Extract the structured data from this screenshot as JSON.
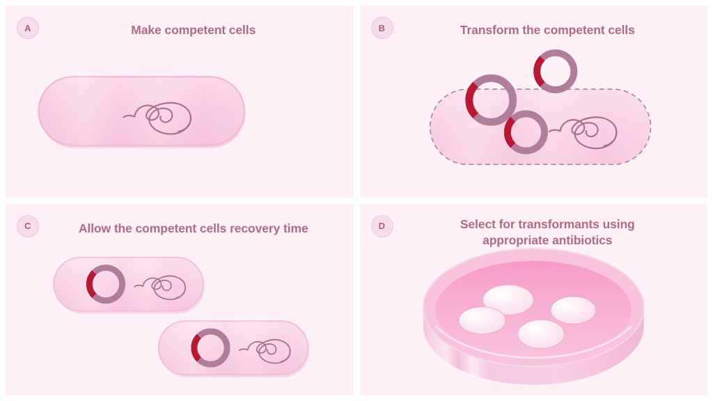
{
  "figure": {
    "background_color": "#ffffff",
    "panel_background_color": "#fdf0f6",
    "accent_color": "#b06a83",
    "plasmid_ring_color": "#b07d9b",
    "plasmid_gene_color": "#b91732",
    "chromosome_color": "#a96f8e",
    "cell_fill_color": "#f9cfe3",
    "cell_border_color": "#f1b9d5",
    "dish_rim_color": "#f79ac8",
    "dish_agar_color": "#f6b8d6",
    "colony_color": "#fde4f0"
  },
  "panels": [
    {
      "id": "panel-a",
      "badge": "A",
      "title_lines": [
        "Make competent cells"
      ],
      "title": "Make competent cells",
      "elements": [
        "bacterial-cell",
        "chromosome"
      ]
    },
    {
      "id": "panel-b",
      "badge": "B",
      "title_lines": [
        "Transform the competent cells"
      ],
      "title": "Transform the competent cells",
      "elements": [
        "permeabilized-cell",
        "chromosome",
        "plasmid",
        "plasmid",
        "plasmid"
      ]
    },
    {
      "id": "panel-c",
      "badge": "C",
      "title_lines": [
        "Allow the competent cells recovery time"
      ],
      "title": "Allow the competent cells recovery time",
      "elements": [
        "bacterial-cell",
        "plasmid",
        "chromosome",
        "bacterial-cell",
        "plasmid",
        "chromosome"
      ]
    },
    {
      "id": "panel-d",
      "badge": "D",
      "title_lines": [
        "Select for transformants using",
        "appropriate antibiotics"
      ],
      "title": "Select for transformants using appropriate antibiotics",
      "elements": [
        "petri-dish",
        "colony",
        "colony",
        "colony",
        "colony"
      ]
    }
  ]
}
